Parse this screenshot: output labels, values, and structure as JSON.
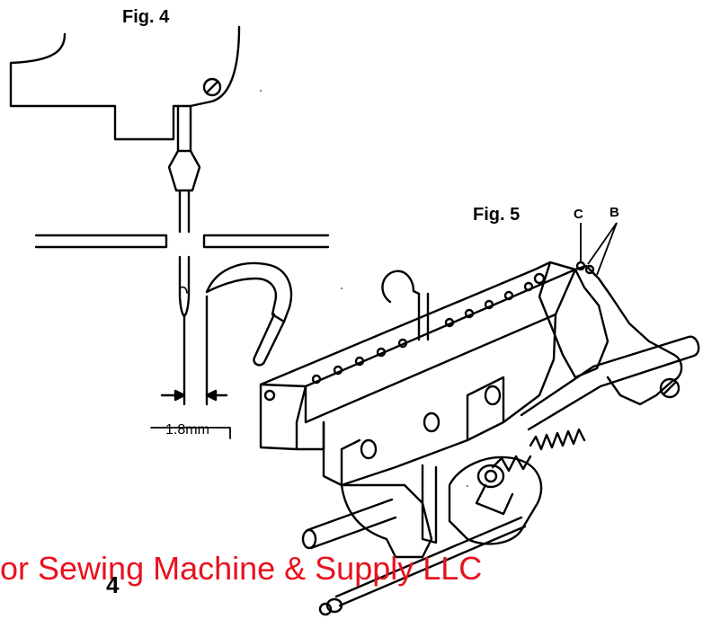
{
  "figure4": {
    "label": "Fig. 4",
    "dimension": "1.8mm"
  },
  "figure5": {
    "label": "Fig. 5",
    "callout_c": "C",
    "callout_b": "B"
  },
  "page_number": "4",
  "watermark": "or Sewing Machine & Supply LLC",
  "colors": {
    "line": "#000000",
    "watermark": "#e8121e",
    "background": "#ffffff"
  }
}
